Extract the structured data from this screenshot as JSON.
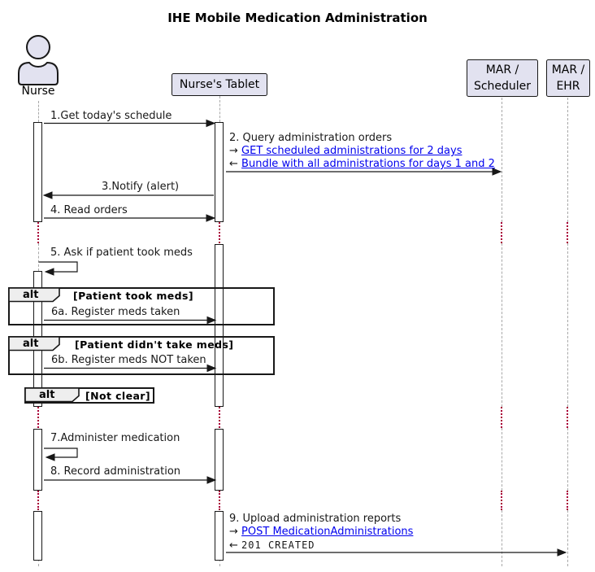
{
  "title": "IHE Mobile Medication Administration",
  "participants": {
    "nurse": {
      "label": "Nurse"
    },
    "tablet": {
      "label": "Nurse's Tablet"
    },
    "scheduler": {
      "line1": "MAR /",
      "line2": "Scheduler"
    },
    "ehr": {
      "line1": "MAR /",
      "line2": "EHR"
    }
  },
  "messages": {
    "m1": "1.Get today's schedule",
    "m2_title": "2. Query administration orders",
    "m2_out_prefix": "→",
    "m2_out_link": "GET scheduled administrations for 2 days",
    "m2_in_prefix": "←",
    "m2_in_link": "Bundle with all administrations for days 1 and 2",
    "m3": "3.Notify (alert)",
    "m4": "4. Read orders",
    "m5": "5. Ask if patient took meds",
    "m6a": "6a. Register meds taken",
    "m6b": "6b. Register meds NOT taken",
    "m7": "7.Administer medication",
    "m8": "8. Record administration",
    "m9_title": "9. Upload administration reports",
    "m9_out_prefix": "→",
    "m9_out_link": "POST MedicationAdministrations",
    "m9_in_prefix": "←",
    "m9_in_code": "201 CREATED"
  },
  "fragments": {
    "alt1": {
      "operator": "alt",
      "guard": "[Patient took meds]"
    },
    "alt2": {
      "operator": "alt",
      "guard": "[Patient didn't take meds]"
    },
    "alt3": {
      "operator": "alt",
      "guard": "[Not clear]"
    }
  },
  "colors": {
    "participant_fill": "#E2E2F0",
    "stroke": "#181818",
    "link_blue": "#0000EE",
    "lifeline_gray": "#A8A8A8",
    "delay_red": "#A80036",
    "fragment_tab_fill": "#EEEEEE"
  }
}
